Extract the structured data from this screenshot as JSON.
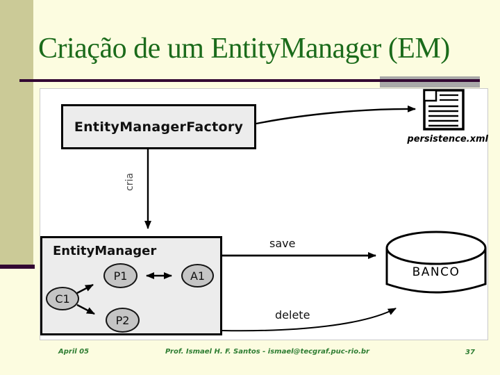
{
  "slide": {
    "title": "Criação de um EntityManager (EM)",
    "footer": {
      "date": "April 05",
      "author": "Prof. Ismael H. F. Santos -  ismael@tecgraf.puc-rio.br",
      "page_number": "37"
    }
  },
  "diagram": {
    "factory_box_label": "EntityManagerFactory",
    "manager_box_label": "EntityManager",
    "persistence_file_label": "persistence.xml",
    "db_label": "BANCO",
    "edge_labels": {
      "create": "cria",
      "save": "save",
      "delete": "delete"
    },
    "nodes": {
      "c1": "C1",
      "p1": "P1",
      "a1": "A1",
      "p2": "P2"
    },
    "icons": {
      "persistence_file": "document-icon",
      "database": "database-cylinder-icon"
    }
  },
  "colors": {
    "background": "#FCFCE0",
    "sidebar": "#CBCA97",
    "divider_purple": "#330833",
    "divider_gray": "#A9A9A9",
    "title_green": "#1B6B1B",
    "footer_green": "#2E7D32",
    "box_fill": "#ECECEC",
    "node_fill": "#C5C5C5",
    "panel_white": "#FFFFFF"
  }
}
